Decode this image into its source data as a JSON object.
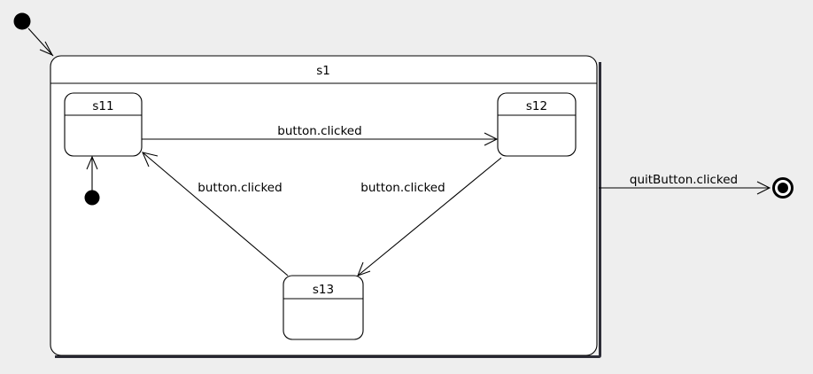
{
  "diagram": {
    "type": "uml-state-machine",
    "background_color": "#eeeeee",
    "surface_color": "#ffffff",
    "line_color": "#000000",
    "composite_state": {
      "name": "s1",
      "label": "s1"
    },
    "substates": [
      {
        "id": "s11",
        "label": "s11"
      },
      {
        "id": "s12",
        "label": "s12"
      },
      {
        "id": "s13",
        "label": "s13"
      }
    ],
    "pseudostates": [
      {
        "id": "initial-outer",
        "kind": "initial",
        "label": ""
      },
      {
        "id": "initial-inner",
        "kind": "initial",
        "label": ""
      },
      {
        "id": "final",
        "kind": "final",
        "label": ""
      }
    ],
    "transitions": [
      {
        "id": "t0",
        "from": "initial-outer",
        "to": "s1",
        "label": ""
      },
      {
        "id": "t1",
        "from": "initial-inner",
        "to": "s11",
        "label": ""
      },
      {
        "id": "t2",
        "from": "s11",
        "to": "s12",
        "label": "button.clicked"
      },
      {
        "id": "t3",
        "from": "s12",
        "to": "s13",
        "label": "button.clicked"
      },
      {
        "id": "t4",
        "from": "s13",
        "to": "s11",
        "label": "button.clicked"
      },
      {
        "id": "t5",
        "from": "s1",
        "to": "final",
        "label": "quitButton.clicked"
      }
    ]
  }
}
